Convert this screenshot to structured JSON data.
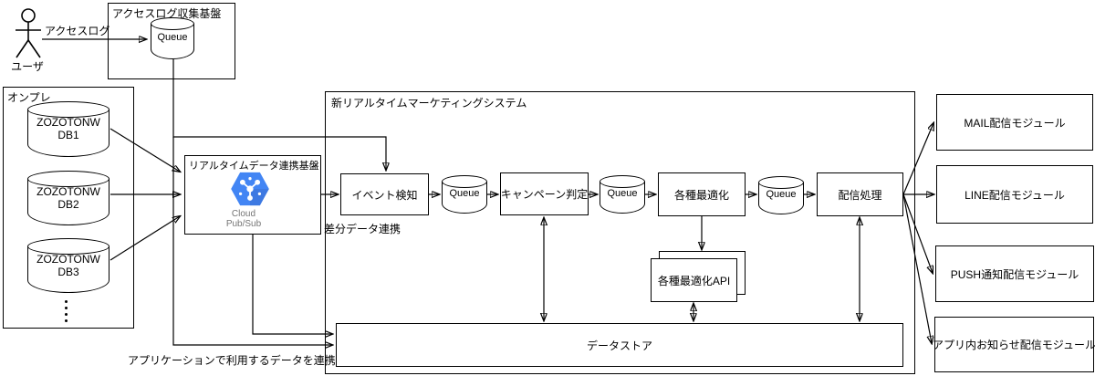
{
  "diagram": {
    "colors": {
      "line": "#000000",
      "pubsub_blue": "#4285F4",
      "pubsub_shade": "#3B6FD4",
      "muted_text": "#757575"
    },
    "actor": {
      "label": "ユーザ",
      "flow_label": "アクセスログ"
    },
    "access_log_platform": {
      "title": "アクセスログ収集基盤",
      "queue_label": "Queue"
    },
    "onpremise": {
      "title": "オンプレ",
      "databases": [
        {
          "label": "ZOZOTONW\nDB1"
        },
        {
          "label": "ZOZOTONW\nDB2"
        },
        {
          "label": "ZOZOTONW\nDB3"
        }
      ]
    },
    "linkage_platform": {
      "title": "リアルタイムデータ連携基盤",
      "icon_caption": "Cloud\nPub/Sub"
    },
    "flow_labels": {
      "diff_data": "差分データ連携",
      "app_data": "アプリケーションで利用するデータを連携"
    },
    "marketing_system": {
      "title": "新リアルタイムマーケティングシステム",
      "event_detection": "イベント検知",
      "queue1": "Queue",
      "campaign_judgement": "キャンペーン判定",
      "queue2": "Queue",
      "optimization": "各種最適化",
      "queue3": "Queue",
      "delivery": "配信処理",
      "optimization_api": "各種最適化API",
      "datastore": "データストア"
    },
    "modules": [
      {
        "label": "MAIL配信モジュール"
      },
      {
        "label": "LINE配信モジュール"
      },
      {
        "label": "PUSH通知配信モジュール"
      },
      {
        "label": "アプリ内お知らせ配信モジュール"
      }
    ]
  }
}
